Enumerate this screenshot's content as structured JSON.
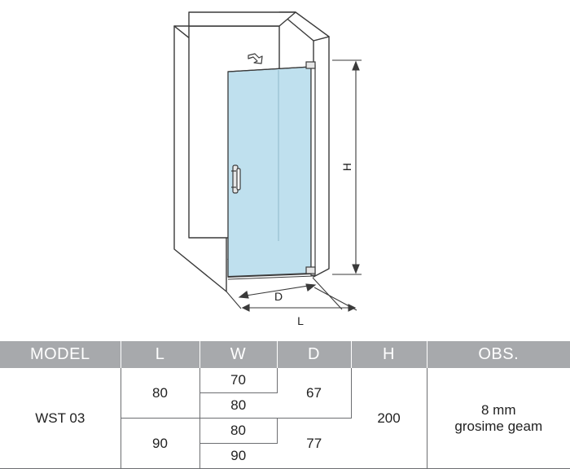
{
  "diagram": {
    "dimension_labels": {
      "height": "H",
      "depth": "D",
      "length": "L"
    },
    "glass_color": "#bfe0ee",
    "icons": [
      "door-open-arrow-icon",
      "door-handle-icon",
      "hinge-icon",
      "drain-icon"
    ]
  },
  "table": {
    "header_color": "#a7a9ac",
    "headers": [
      "MODEL",
      "L",
      "W",
      "D",
      "H",
      "OBS."
    ],
    "model": "WST 03",
    "rows": [
      {
        "L": "80",
        "W": [
          "70",
          "80"
        ],
        "D": "67"
      },
      {
        "L": "90",
        "W": [
          "80",
          "90"
        ],
        "D": "77"
      }
    ],
    "H": "200",
    "obs_line1": "8 mm",
    "obs_line2": "grosime geam"
  }
}
